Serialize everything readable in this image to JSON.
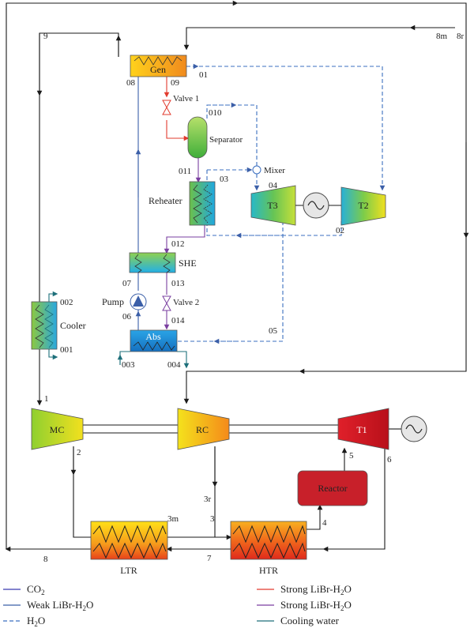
{
  "components": {
    "gen": "Gen",
    "valve1": "Valve 1",
    "separator": "Separator",
    "mixer": "Mixer",
    "reheater": "Reheater",
    "t3": "T3",
    "t2": "T2",
    "she": "SHE",
    "pump": "Pump",
    "valve2": "Valve 2",
    "abs": "Abs",
    "cooler": "Cooler",
    "mc": "MC",
    "rc": "RC",
    "t1": "T1",
    "reactor": "Reactor",
    "ltr": "LTR",
    "htr": "HTR"
  },
  "states": {
    "s9": "9",
    "s8m": "8m",
    "s8r": "8r",
    "s08": "08",
    "s09": "09",
    "s01": "01",
    "s010": "010",
    "s011": "011",
    "s03": "03",
    "s04": "04",
    "s012": "012",
    "s02": "02",
    "s07": "07",
    "s013": "013",
    "s06": "06",
    "s014": "014",
    "s05": "05",
    "s003": "003",
    "s004": "004",
    "s002": "002",
    "s001": "001",
    "s1": "1",
    "s2": "2",
    "s5": "5",
    "s6": "6",
    "s3r": "3r",
    "s3m": "3m",
    "s3": "3",
    "s4": "4",
    "s8": "8",
    "s7": "7"
  },
  "legend": {
    "co2": "CO",
    "co2_sub": "2",
    "weak": "Weak LiBr-H",
    "weak_sub": "2",
    "weak_tail": "O",
    "h2o": "H",
    "h2o_sub": "2",
    "h2o_tail": "O",
    "strong_red": "Strong LiBr-H",
    "strong_red_sub": "2",
    "strong_red_tail": "O",
    "strong_purple": "Strong LiBr-H",
    "strong_purple_sub": "2",
    "strong_purple_tail": "O",
    "cooling": "Cooling water"
  },
  "colors": {
    "co2_line": "#1a1a1a",
    "weak_line": "#3b5fa8",
    "h2o_line": "#3b6fc0",
    "strong_red_line": "#e23b2e",
    "strong_purple_line": "#7a3fa0",
    "cooling_line": "#1d6f7a",
    "reactor_fill": "#c8202a"
  }
}
